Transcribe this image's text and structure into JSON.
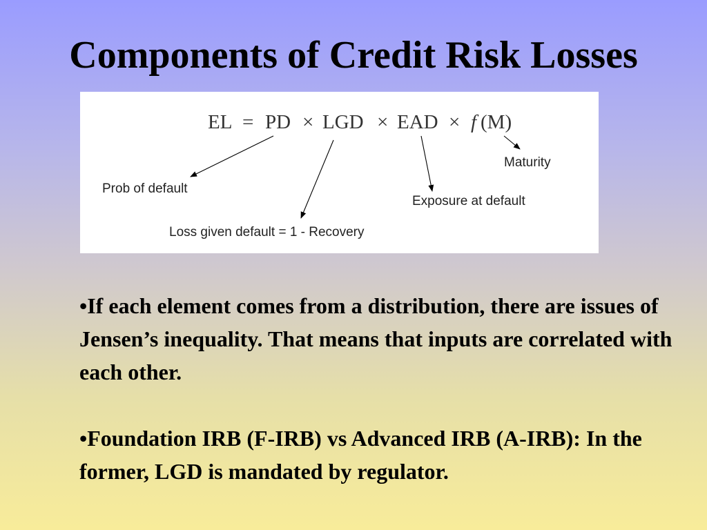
{
  "slide": {
    "title": "Components of Credit Risk Losses"
  },
  "diagram": {
    "formula": {
      "el": "EL",
      "equals": "=",
      "pd": "PD",
      "times": "×",
      "lgd": "LGD",
      "ead": "EAD",
      "f": "f",
      "m_paren": "(M)"
    },
    "labels": {
      "pd": "Prob of default",
      "lgd": "Loss given default = 1 - Recovery",
      "ead": "Exposure at default",
      "maturity": "Maturity"
    }
  },
  "bullets": [
    "•If each element comes from a distribution, there are issues of Jensen’s inequality. That means that inputs are correlated with each other.",
    "•Foundation IRB (F-IRB) vs Advanced IRB (A-IRB): In the former, LGD is mandated by regulator."
  ]
}
